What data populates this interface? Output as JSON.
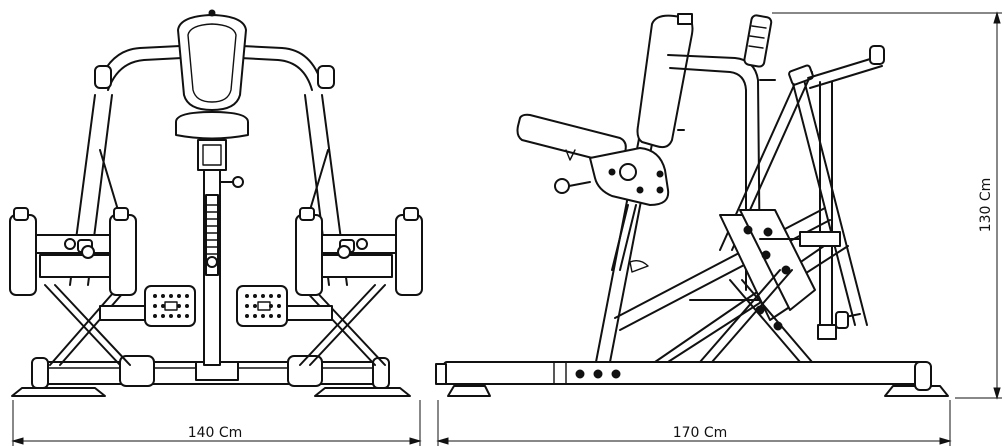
{
  "dimensions": {
    "width_front": "140 Cm",
    "depth_side": "170 Cm",
    "height_side": "130 Cm"
  }
}
